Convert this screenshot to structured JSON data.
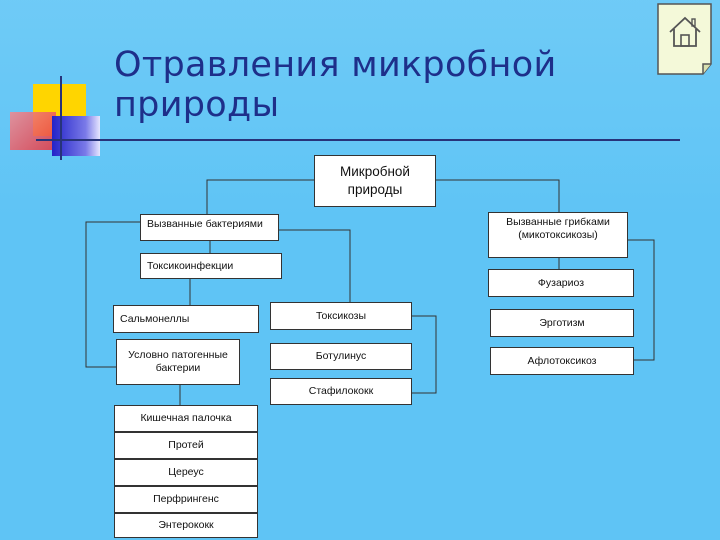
{
  "slide": {
    "title_line1": "Отравления микробной",
    "title_line2": "природы"
  },
  "diagram": {
    "root": "Микробной природы",
    "bacteria": "Вызванные бактериями",
    "fungi": "Вызванные грибками (микотоксикозы)",
    "toxicoinfections": "Токсикоинфекции",
    "salmonella": "Сальмонеллы",
    "conditional": "Условно патогенные бактерии",
    "intestinal_group": [
      "Кишечная палочка",
      "Протей",
      "Цереус",
      "Перфрингенс",
      "Энтерококк"
    ],
    "toxicoses": "Токсикозы",
    "botulinus": "Ботулинус",
    "staphylococcus": "Стафилококк",
    "fusariosis": "Фузариоз",
    "ergotism": "Эрготизм",
    "aflatoxicosis": "Афлотоксикоз"
  },
  "colors": {
    "background": "#5fc4f5",
    "title": "#1e2f8a",
    "deco_yellow": "#ffd500",
    "deco_red": "#e8333d",
    "deco_blue": "#2323c8"
  },
  "icons": {
    "home": "home-icon"
  }
}
